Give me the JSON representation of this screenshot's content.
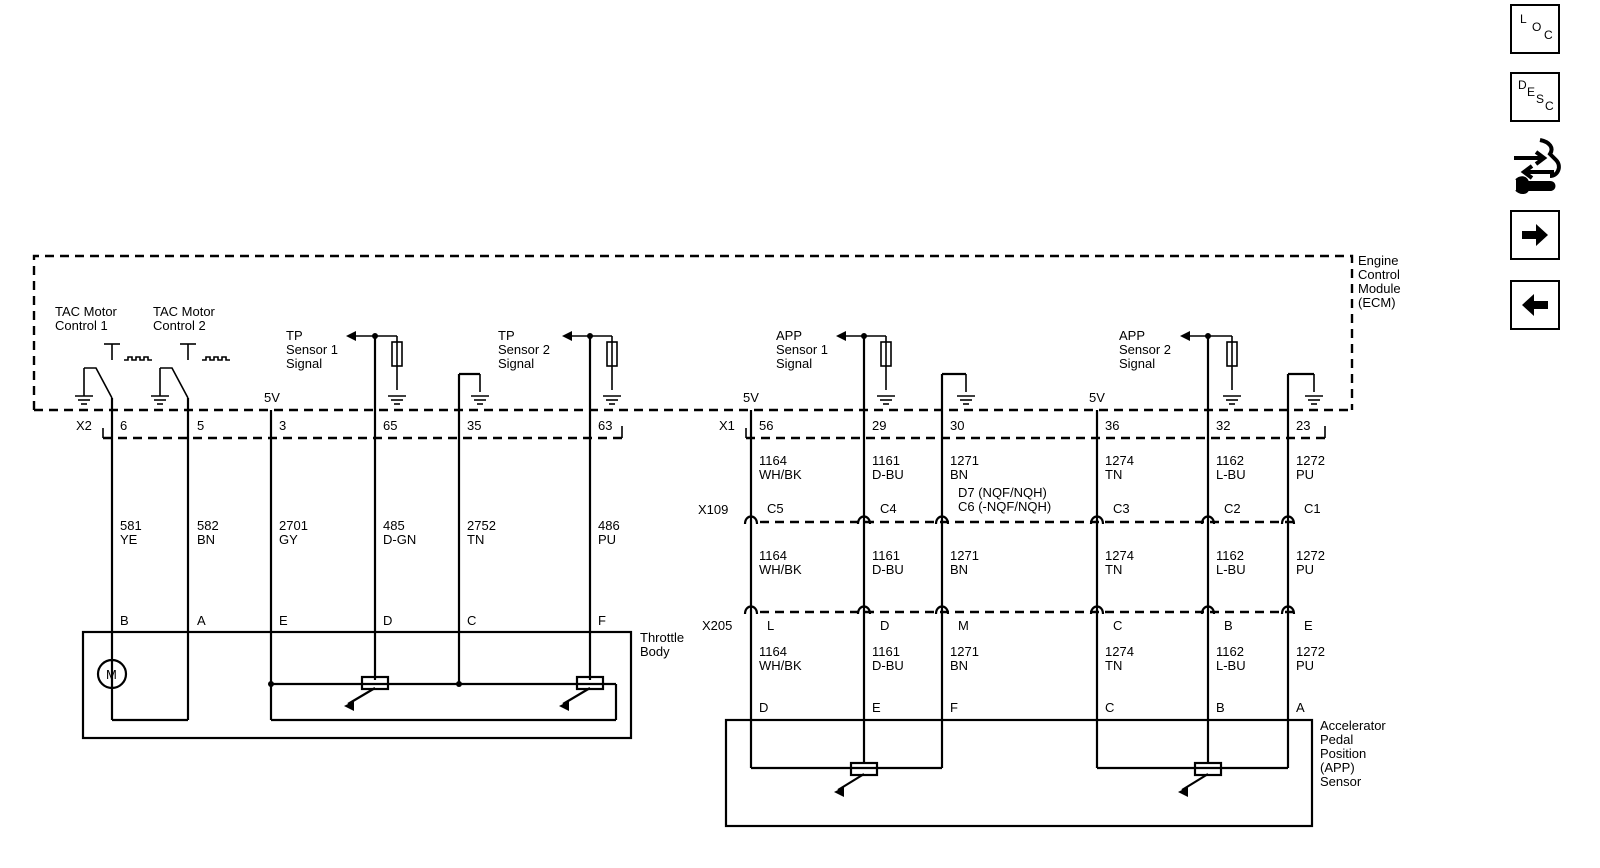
{
  "modules": {
    "ecm": "Engine\nControl\nModule\n(ECM)",
    "throttle_body": "Throttle\nBody",
    "app_sensor": "Accelerator\nPedal\nPosition\n(APP)\nSensor"
  },
  "signals": [
    {
      "id": "tac1",
      "text": "TAC Motor\nControl 1"
    },
    {
      "id": "tac2",
      "text": "TAC Motor\nControl 2"
    },
    {
      "id": "tp1",
      "text": "TP\nSensor 1\nSignal"
    },
    {
      "id": "tp2",
      "text": "TP\nSensor 2\nSignal"
    },
    {
      "id": "app1",
      "text": "APP\nSensor 1\nSignal"
    },
    {
      "id": "app2",
      "text": "APP\nSensor 2\nSignal"
    }
  ],
  "motor_symbol": "M",
  "throttle_wires": [
    {
      "x2_pin": "6",
      "circuit": "581",
      "color": "YE",
      "tb_pin": "B"
    },
    {
      "x2_pin": "5",
      "circuit": "582",
      "color": "BN",
      "tb_pin": "A"
    },
    {
      "x2_pin": "3",
      "circuit": "2701",
      "color": "GY",
      "tb_pin": "E",
      "supply": "5V"
    },
    {
      "x2_pin": "65",
      "circuit": "485",
      "color": "D-GN",
      "tb_pin": "D"
    },
    {
      "x2_pin": "35",
      "circuit": "2752",
      "color": "TN",
      "tb_pin": "C"
    },
    {
      "x2_pin": "63",
      "circuit": "486",
      "color": "PU",
      "tb_pin": "F"
    }
  ],
  "app_wires": [
    {
      "x1_pin": "56",
      "circuit": "1164",
      "color": "WH/BK",
      "x109": "C5",
      "x205": "L",
      "app_pin": "D",
      "supply": "5V"
    },
    {
      "x1_pin": "29",
      "circuit": "1161",
      "color": "D-BU",
      "x109": "C4",
      "x205": "D",
      "app_pin": "E"
    },
    {
      "x1_pin": "30",
      "circuit": "1271",
      "color": "BN",
      "x109": "D7 (NQF/NQH)\nC6 (-NQF/NQH)",
      "x205": "M",
      "app_pin": "F"
    },
    {
      "x1_pin": "36",
      "circuit": "1274",
      "color": "TN",
      "x109": "C3",
      "x205": "C",
      "app_pin": "C",
      "supply": "5V"
    },
    {
      "x1_pin": "32",
      "circuit": "1162",
      "color": "L-BU",
      "x109": "C2",
      "x205": "B",
      "app_pin": "B"
    },
    {
      "x1_pin": "23",
      "circuit": "1272",
      "color": "PU",
      "x109": "C1",
      "x205": "E",
      "app_pin": "A"
    }
  ],
  "connectors": {
    "x2": "X2",
    "x1": "X1",
    "x109": "X109",
    "x205": "X205"
  },
  "nav": {
    "loc": [
      "L",
      "O",
      "C"
    ],
    "desc": [
      "D",
      "E",
      "S",
      "C"
    ],
    "connector_icon": "connector-end-view-icon",
    "next_icon": "arrow-right-icon",
    "prev_icon": "arrow-left-icon"
  }
}
